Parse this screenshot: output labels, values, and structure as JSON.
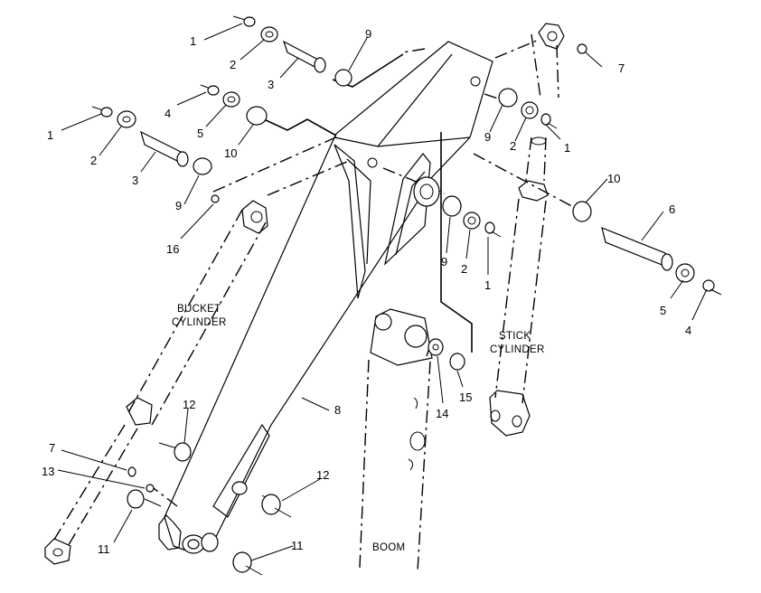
{
  "diagram": {
    "captions": {
      "bucket_cylinder_line1": "BUCKET",
      "bucket_cylinder_line2": "CYLINDER",
      "stick_cylinder_line1": "STICK",
      "stick_cylinder_line2": "CYLINDER",
      "boom": "BOOM"
    },
    "callouts": {
      "c1a": "1",
      "c1b": "1",
      "c1c": "1",
      "c1d": "1",
      "c2a": "2",
      "c2b": "2",
      "c2c": "2",
      "c2d": "2",
      "c3a": "3",
      "c3b": "3",
      "c4a": "4",
      "c4b": "4",
      "c5a": "5",
      "c5b": "5",
      "c6": "6",
      "c7a": "7",
      "c7b": "7",
      "c8": "8",
      "c9a": "9",
      "c9b": "9",
      "c9c": "9",
      "c9d": "9",
      "c10a": "10",
      "c10b": "10",
      "c11a": "11",
      "c11b": "11",
      "c12a": "12",
      "c12b": "12",
      "c13": "13",
      "c14": "14",
      "c15": "15",
      "c16": "16"
    }
  }
}
